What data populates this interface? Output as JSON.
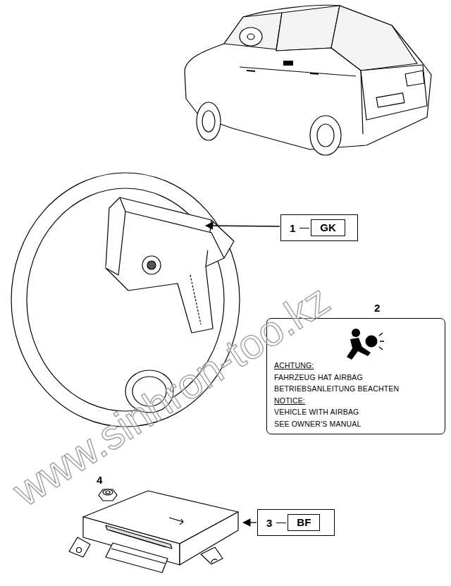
{
  "diagram": {
    "nodes": [
      {
        "text": [
          "1"
        ]
      },
      {
        "text": [
          "GK"
        ],
        "in": 0
      },
      {
        "text": [
          "ACHTUNG:",
          "FAHRZEUG HAT AIRBAG",
          "BETRIEBSANLEITUNG BEACHTEN",
          "NOTICE:",
          "VEHICLE WITH AIRBAG",
          "SEE OWNER'S MANUAL"
        ]
      },
      {
        "text": [
          "3"
        ]
      },
      {
        "text": [
          "BF"
        ],
        "in": 3
      }
    ],
    "labels": [
      "2",
      "4",
      "www.sinhron-too.kz"
    ]
  }
}
